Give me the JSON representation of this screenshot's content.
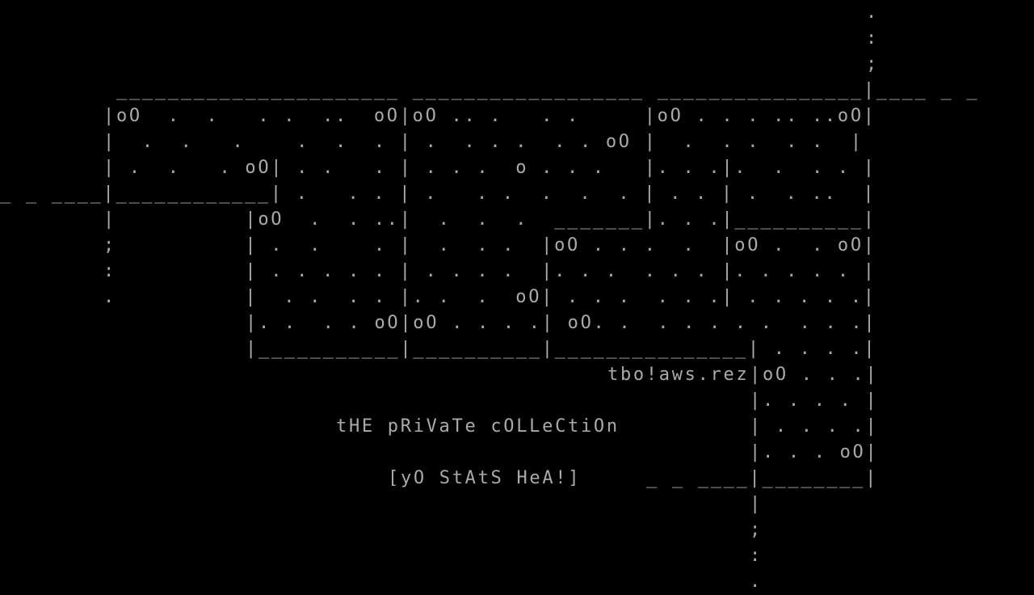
{
  "colors": {
    "foreground": "#aaaaaa",
    "background": "#000000"
  },
  "art": {
    "rows": [
      "                                                                   .",
      "                                                                   :",
      "                                                                   ;",
      "         ______________________ __________________ ________________|____ _ _",
      "        |oO  .  .   . .  ..  oO|oO .. .   . .     |oO . . . .. ..oO|",
      "        |  .  .   .    .  .  . | .  . . .  . . oO |  .  . .  . .  |",
      "        | .  .   . oO| . .   . | . . .  o . . .   |. . .|.  .  . . |",
      "_ _ ____|____________| .   . . | .   . .  .  .  . | . . | .  . ..  |",
      "        |          |oO  .  . ..|  .  .  .  _______|. . .|__________|",
      "        ;          | .  .    . |  .  . .  |oO . . .  .  |oO .  . oO|",
      "        :          | . . . . . | . . . .  |. . .  . . . |. . . . . |",
      "        .          |  . .  . . |. .  .  oO| . . .  . . .| . . . . .|",
      "                   |. .  . . oO|oO . . . .| oO. .  . . . . .  . . .|",
      "                   |___________|__________|_______________| . . . .|",
      "                                                          |oO . . .|",
      "                                                          |. . . . |",
      "                                                          | . . . .|",
      "                                                          |. . . oO|",
      "                                                  _ _ ____|________|",
      "                                                          |",
      "                                                          ;",
      "                                                          :",
      "                                                          ."
    ]
  },
  "handle": "tbo!aws.rez",
  "title": "tHE pRiVaTe cOLLeCtiOn",
  "tagline": "[yO StAtS HeA!]"
}
